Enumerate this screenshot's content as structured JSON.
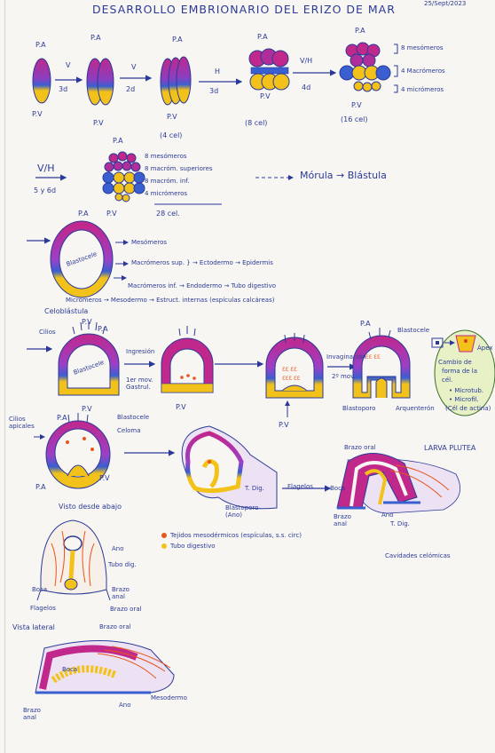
{
  "title": "DESARROLLO EMBRIONARIO DEL ERIZO DE MAR",
  "date": "25/Sept/2023",
  "poles": {
    "animal": "P.A",
    "vegetal": "P.V"
  },
  "cleavage": {
    "arrow1_top": "V",
    "arrow1_bottom": "3d",
    "arrow2_top": "V",
    "arrow2_bottom": "2d",
    "arrow3_top": "H",
    "arrow3_bottom": "3d",
    "arrow4_top": "V/H",
    "arrow4_bottom": "4d",
    "cells4": "(4 cel)",
    "cells8": "(8 cel)",
    "cells16": "(16 cel)",
    "s16_labels": [
      "8 mesómeros",
      "4 Macrómeros",
      "4 micrómeros"
    ]
  },
  "stage28": {
    "div_top": "V/H",
    "div_bottom": "5 y 6d",
    "labels": [
      "8 mesómeros",
      "8 macróm. superiores",
      "8 macróm. inf.",
      "4 micrómeros"
    ],
    "cells": "28 cel.",
    "sequence": "Mórula → Blástula"
  },
  "celoblastula": {
    "label": "Celoblástula",
    "inner": "Blastocele",
    "lines": [
      "Mesómeros",
      "Macrómeros sup. } → Ectodermo → Epidermis",
      "Macrómeros inf. → Endodermo → Tubo digestivo",
      "Micrómeros → Mesodermo → Estruct. internas (espículas calcáreas)"
    ]
  },
  "gastrulation": {
    "cilios": "Cilios",
    "inner": "Blastocele",
    "ingresion": "Ingresión",
    "mov1": "1er mov. Gastrul.",
    "invaginacion": "Invaginación",
    "mov2": "2º mov.",
    "blastocele": "Blastocele",
    "blastoporo": "Blastoporo",
    "arquenteron": "Arquenterón",
    "inset_apex": "Ápex",
    "inset_text": [
      "Cambio de",
      "forma de la",
      "cél.",
      "• Microtub.",
      "• Microfil.",
      "(Cél de actina)"
    ]
  },
  "larva": {
    "cilios_apicales": "Cilios apicales",
    "blastocele": "Blastocele",
    "celoma": "Celoma",
    "t_dig": "T. Dig.",
    "blastoporo_ano": "Blastoporo (Ano)",
    "brazo_oral": "Brazo oral",
    "title": "LARVA PLUTEA",
    "boca": "Boca",
    "flagelos": "Flagelos",
    "brazo_anal": "Brazo anal",
    "ano": "Ano",
    "t_dig2": "T. Dig.",
    "cavidades": "Cavidades celómicas",
    "vista_abajo": "Visto desde abajo",
    "legend": [
      "Tejidos mesodérmicos (espículas, s.s. circ)",
      "Tubo digestivo"
    ],
    "legend_colors": [
      "#e8541e",
      "#f2c21a"
    ]
  },
  "bottom": {
    "labels_top": [
      "Ano",
      "Tubo dig.",
      "Brazo anal",
      "Boca",
      "Brazo oral",
      "Flagelos"
    ],
    "vista_lateral": "Vista lateral",
    "brazo_oral": "Brazo oral",
    "boca": "Boca",
    "brazo_anal": "Brazo anal",
    "ano": "Ano",
    "mesodermo": "Mesodermo"
  },
  "colors": {
    "ink": "#2b3a98",
    "magenta": "#c0288c",
    "violet": "#7b3fb8",
    "blue": "#3a5fd0",
    "yellow": "#f2c21a",
    "orange": "#e8541e",
    "red": "#d23a2a"
  }
}
